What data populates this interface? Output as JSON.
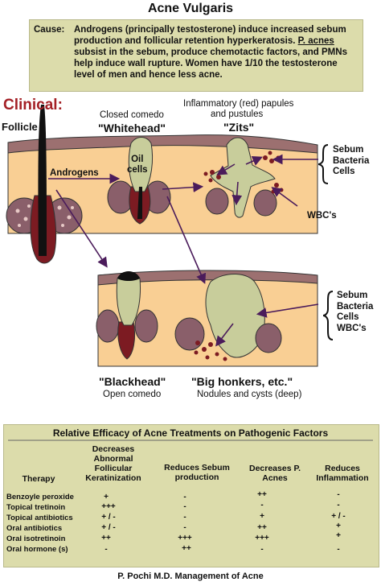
{
  "title": "Acne Vulgaris",
  "cause": {
    "label": "Cause:",
    "text_1": "Androgens (principally testosterone) induce increased sebum production and follicular retention hyperkeratosis. ",
    "p_acnes": "P. acnes",
    "text_2": " subsist in the sebum, produce chemotactic factors, and PMNs help induce wall rupture. Women have 1/10 the testosterone level of men and hence less acne."
  },
  "diagram": {
    "clinical": "Clinical:",
    "follicle": "Follicle",
    "androgens": "Androgens",
    "closed_comedo": "Closed comedo",
    "whitehead": "\"Whitehead\"",
    "oil_cells": "Oil\ncells",
    "inflam_1": "Inflammatory (red) papules",
    "inflam_2": "and pustules",
    "zits": "\"Zits\"",
    "upper_bracket": [
      "Sebum",
      "Bacteria",
      "Cells"
    ],
    "wbcs": "WBC's",
    "lower_bracket": [
      "Sebum",
      "Bacteria",
      "Cells",
      "WBC's"
    ],
    "blackhead": "\"Blackhead\"",
    "open_comedo": "Open comedo",
    "big_honkers": "\"Big honkers, etc.\"",
    "nodules": "Nodules and cysts (deep)",
    "colors": {
      "skin": "#f9cf94",
      "surface": "#9c7070",
      "dark_red": "#7c1b22",
      "gland": "#8a5f6a",
      "pale_green": "#c8cd9b",
      "arrow": "#4b1c5b",
      "accent": "#a42026"
    }
  },
  "table": {
    "title": "Relative Efficacy of Acne Treatments on Pathogenic Factors",
    "headers": {
      "therapy": "Therapy",
      "keratinization": [
        "Decreases",
        "Abnormal",
        "Follicular",
        "Keratinization"
      ],
      "sebum": [
        "Reduces Sebum",
        "production"
      ],
      "p_acnes": [
        "Decreases P.",
        "Acnes"
      ],
      "inflammation": [
        "Reduces",
        "Inflammation"
      ]
    },
    "rows": [
      {
        "therapy": "Benzoyle peroxide",
        "keratinization": "+",
        "sebum": "-",
        "p_acnes": "++",
        "inflammation": "-"
      },
      {
        "therapy": "Topical tretinoin",
        "keratinization": "+++",
        "sebum": "-",
        "p_acnes": "-",
        "inflammation": "-"
      },
      {
        "therapy": "Topical antibiotics",
        "keratinization": "+ / -",
        "sebum": "-",
        "p_acnes": "+",
        "inflammation": "+ / -"
      },
      {
        "therapy": "Oral antibiotics",
        "keratinization": "+ / -",
        "sebum": "-",
        "p_acnes": "++",
        "inflammation": "+"
      },
      {
        "therapy": "Oral isotretinoin",
        "keratinization": "++",
        "sebum": "+++",
        "p_acnes": "+++",
        "inflammation": "+"
      },
      {
        "therapy": "Oral hormone (s)",
        "keratinization": "-",
        "sebum": "++",
        "p_acnes": "-",
        "inflammation": "-"
      }
    ]
  },
  "footer": "P. Pochi M.D. Management of Acne"
}
